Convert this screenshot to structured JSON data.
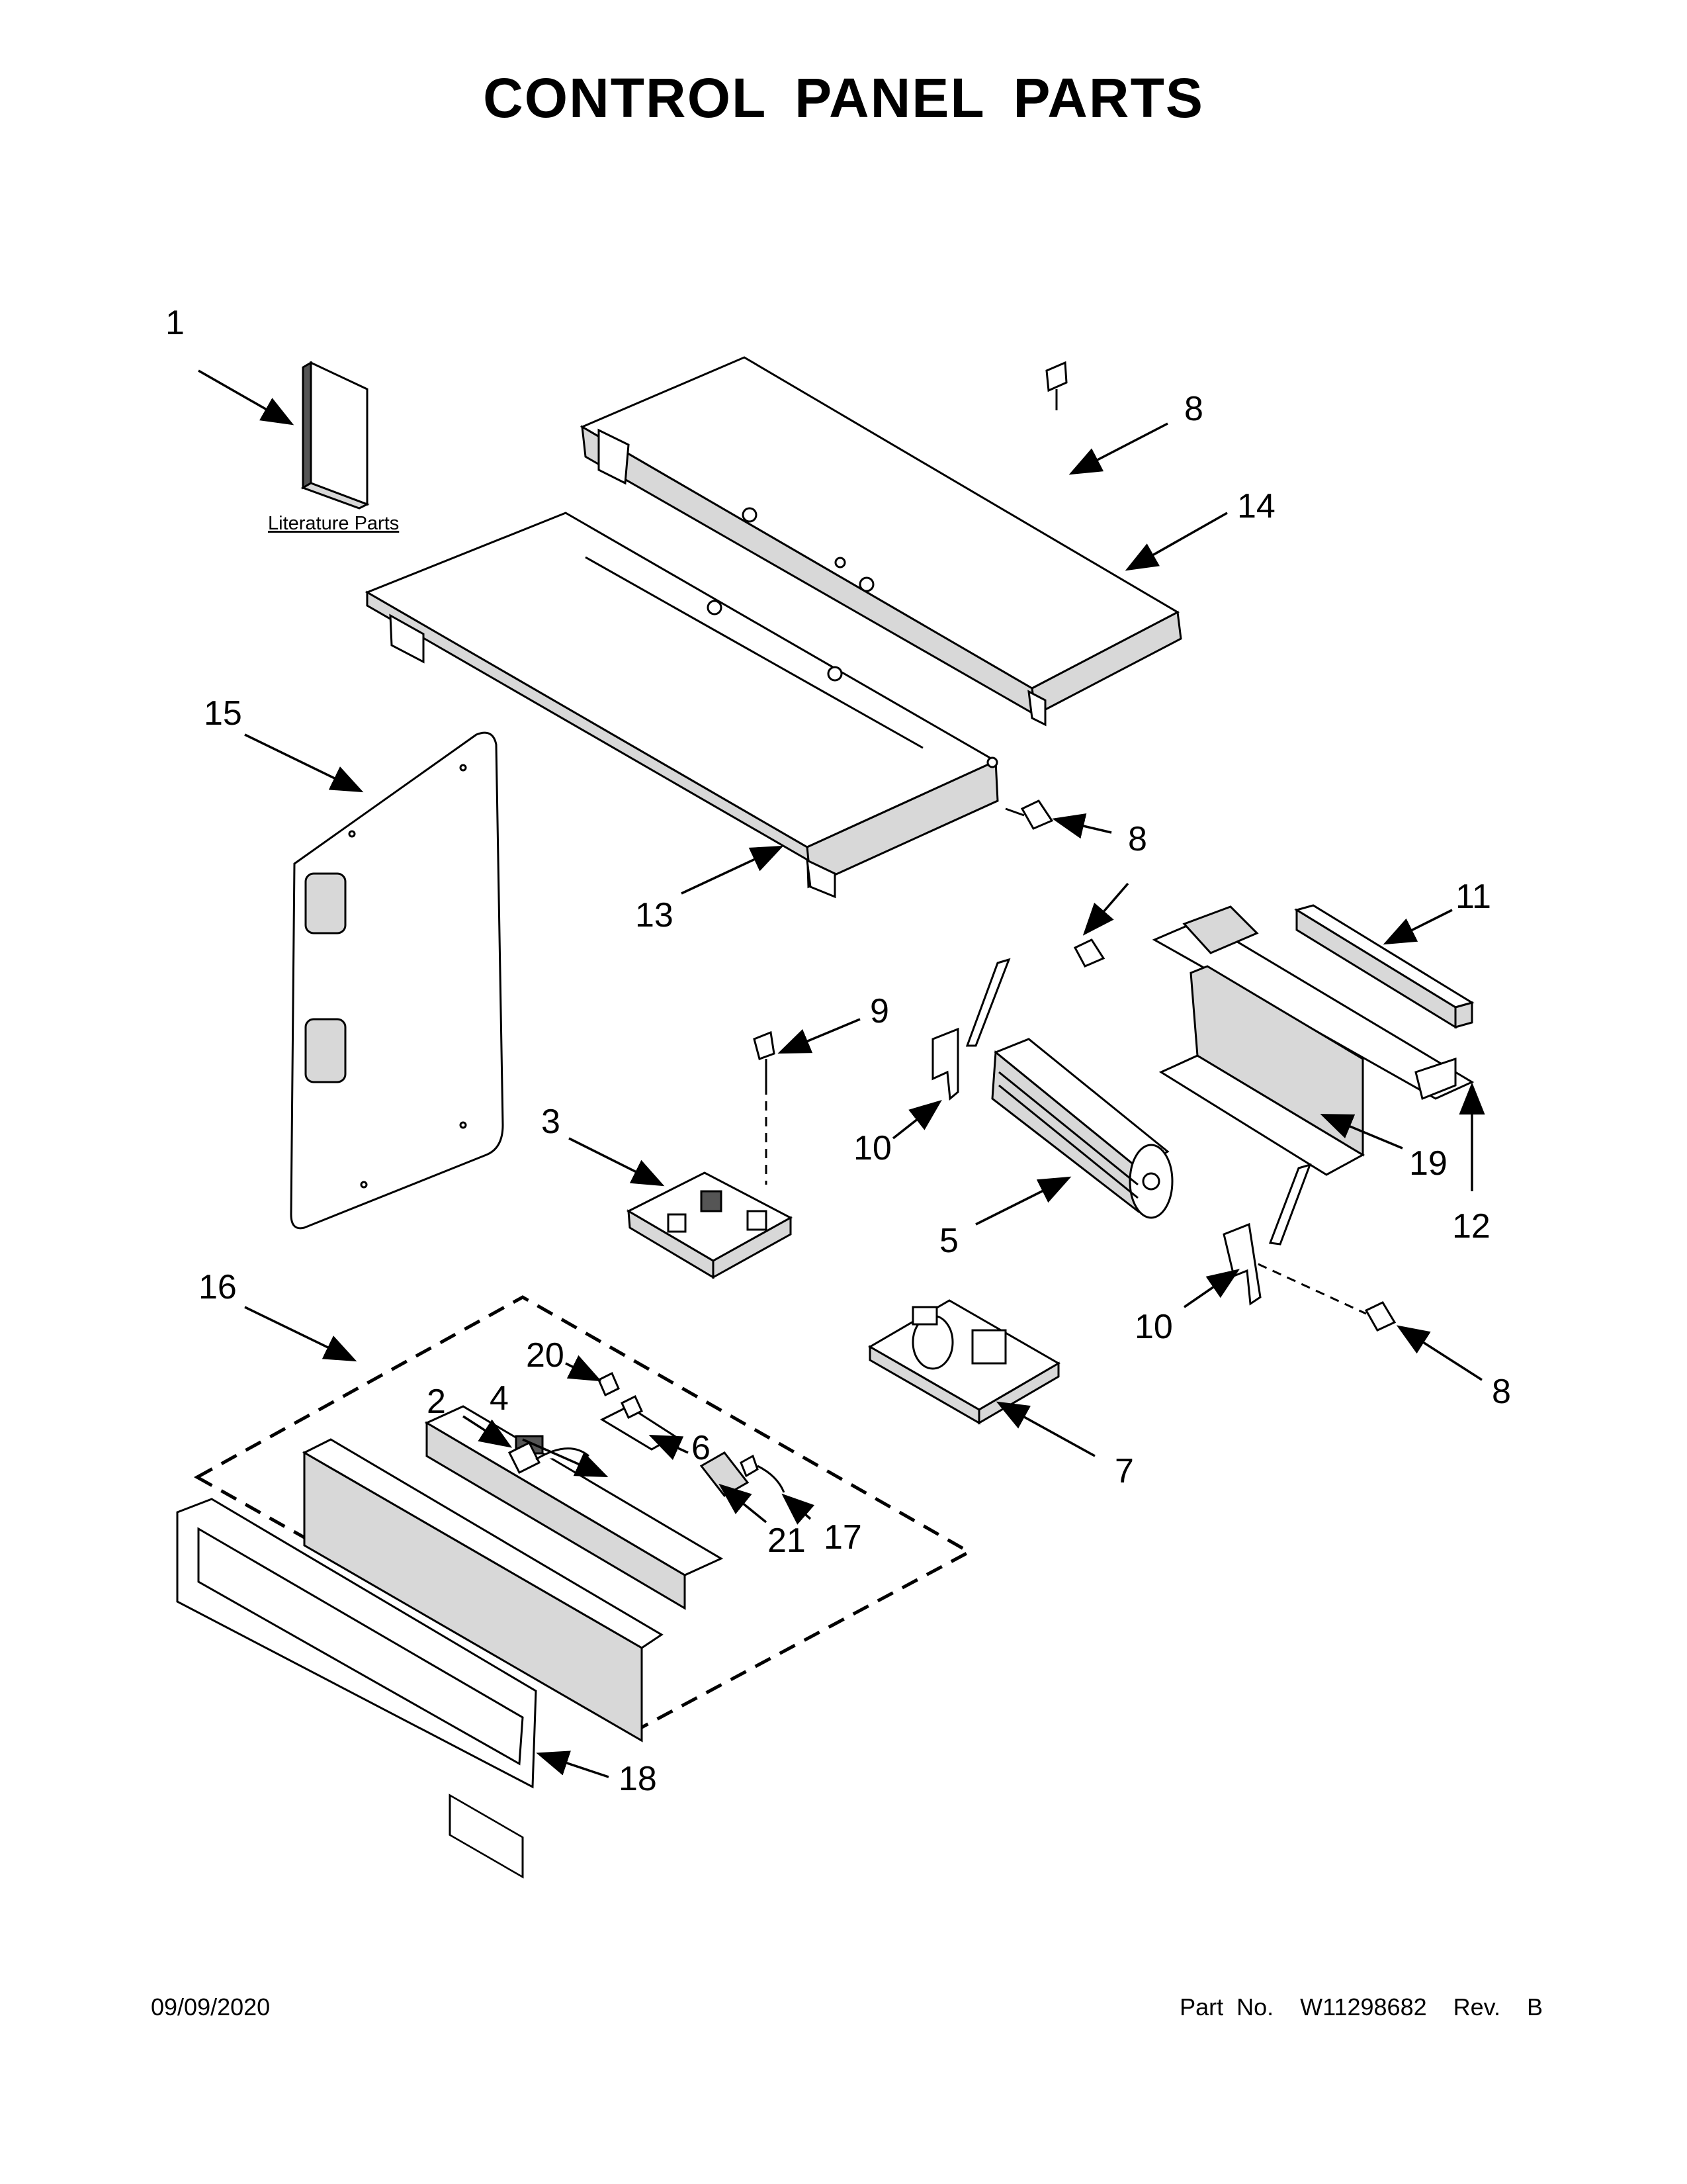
{
  "title": "CONTROL PANEL PARTS",
  "literature_label": "Literature Parts",
  "callouts": [
    "1",
    "8",
    "14",
    "15",
    "8",
    "13",
    "8",
    "11",
    "9",
    "10",
    "3",
    "19",
    "12",
    "5",
    "10",
    "16",
    "20",
    "2",
    "4",
    "6",
    "7",
    "8",
    "21",
    "17",
    "18"
  ],
  "footer": {
    "date": "09/09/2020",
    "part_number": "Part No.  W11298682  Rev.  B"
  }
}
